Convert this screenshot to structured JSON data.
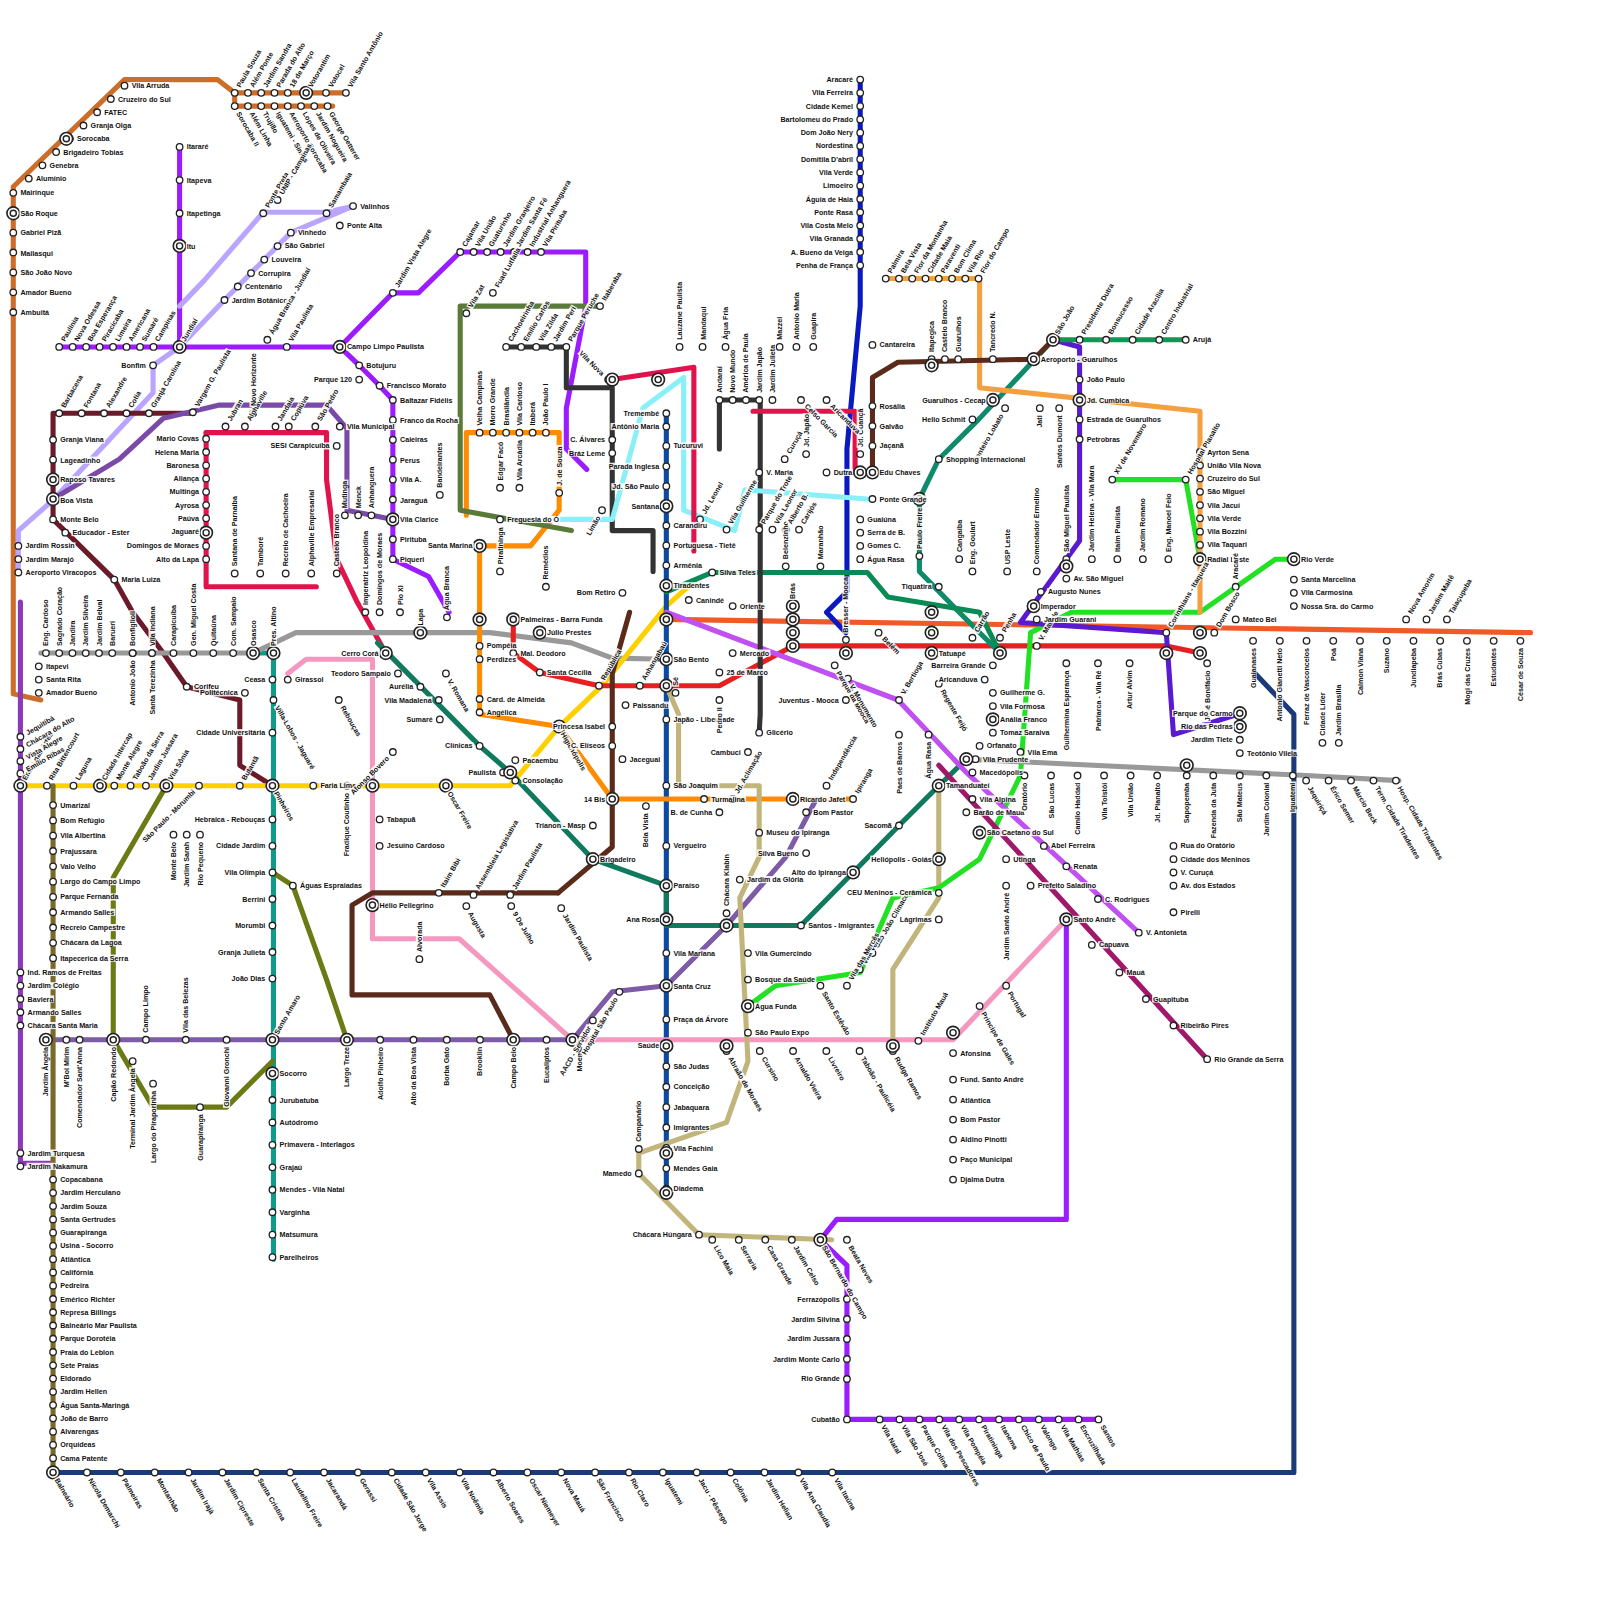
{
  "diagram": {
    "labels": [
      "Vila Arruda",
      "Cruzeiro do Sul",
      "FATEC",
      "Granja Olga",
      "Sorocaba",
      "Brigadeiro Tobias",
      "Genebra",
      "Alumínio",
      "Mairinque",
      "São Roque",
      "Gabriel Pizã",
      "Mailasqui",
      "São João Novo",
      "Amador Bueno",
      "Ambuitá",
      "Paula Souza",
      "Além Ponte",
      "Jardim Sandra",
      "Parada do Alto",
      "18 de Março",
      "Votorantim",
      "Votocel",
      "Vila Santo Antônio",
      "Sorocaba II",
      "Além Linha",
      "Trujillo",
      "Iguatemi - Simus",
      "Aeroporto Sorocaba",
      "Lopes de Oliveira",
      "Jardim Nogueira",
      "George Oetterer",
      "Itararé",
      "Itapeva",
      "Itapetinga",
      "Itu",
      "Ponte Preta",
      "UNIP - Campinas",
      "Samambaia",
      "Valinhos",
      "Ponte Alta",
      "Vinhedo",
      "São Gabriel",
      "Louveira",
      "Corrupira",
      "Centenário",
      "Jardim Botânico",
      "Paulínia",
      "Nova Odessa",
      "Boa Esperança",
      "Piracicaba",
      "Limeira",
      "Americana",
      "Sumaré",
      "Campinas",
      "Jundiaí",
      "Água Branca - Jundiaí",
      "Vila Paulista",
      "Campo Limpo Paulista",
      "Jardim Vista Alegre",
      "Cajamar",
      "Vila União",
      "Guaturinho",
      "Jardim Granjeiro",
      "Jardim Santa Fé",
      "Industrial Anhanguera",
      "Vila Pirituba",
      "Botujuru",
      "Parque 120",
      "Francisco Morato",
      "Baltazar Fidélis",
      "Franco da Rocha",
      "Caieiras",
      "Perus",
      "Vila A.",
      "Jaraguá",
      "Vila Clarice",
      "Pirituba",
      "Piqueri",
      "Bonfim",
      "Barbacena",
      "Fontana",
      "Alexandre",
      "Cotia",
      "Granja Carolina",
      "Vargem G. Paulista",
      "Granja Viana",
      "Lageadinho",
      "Raposo Tavares",
      "Boa Vista",
      "Monte Belo",
      "Educador - Ester",
      "Jardim Rossin",
      "Jardim Marajó",
      "Aeroporto Viracopos",
      "Maria Luiza",
      "Eng. Cardoso",
      "Sagrado Coração",
      "Jandira",
      "Jardim Silveira",
      "Jardim Belval",
      "Barueri",
      "Bonfiglioli",
      "Vila Indiana",
      "Antonio João",
      "Santa Terezinha",
      "Carapicuíba",
      "Gen. Miguel Costa",
      "Quitaúna",
      "Com. Sampaio",
      "Osasco",
      "Pres. Altino",
      "Itapevi",
      "Santa Rita",
      "Amador Bueno",
      "Corifeu",
      "Politécnica",
      "Ceasa",
      "Villa-Lobos - Jaguaré",
      "Cidade Universitária",
      "Pinheiros",
      "Hebraica - Rebouças",
      "Cidade Jardim",
      "Vila Olímpia",
      "Berrini",
      "Morumbi",
      "Granja Julieta",
      "João Dias",
      "Santo Amaro",
      "Socorro",
      "Jurubatuba",
      "Autódromo",
      "Primavera - Interlagos",
      "Grajaú",
      "Mendes - Vila Natal",
      "Varginha",
      "Matsumura",
      "Parelheiros",
      "Campo Limpo",
      "Vila das Belezas",
      "Giovanni Gronchi",
      "Capão Redondo",
      "Largo Treze",
      "Adolfo Pinheiro",
      "Alto da Boa Vista",
      "Borba Gato",
      "Brooklin",
      "Campo Belo",
      "Eucaliptos",
      "Moema",
      "Terminal Jardim Ângela",
      "Largo do Piraporinha",
      "Guarapiranga",
      "Jardim Ângela",
      "M'Boi Mirim",
      "Comendador Sant'Anna",
      "Águas Espraiadas",
      "Embu das Artes",
      "Rita Bittencourt",
      "Laguna",
      "Cidade Intercap",
      "Monte Alegre",
      "Taboão da Serra",
      "Jardim Jussara",
      "Vila Sônia",
      "São Paulo - Morumbi",
      "Butantã",
      "Faria Lima",
      "Fradique Coutinho",
      "Oscar Freire",
      "Paulista",
      "Consolação",
      "Pacaembu",
      "Jequitibá",
      "Chácara do Alto",
      "Vista Alegre",
      "Emílio Ribas",
      "Umarizal",
      "Bom Refúgio",
      "Vila Albertina",
      "Prajussara",
      "Valo Velho",
      "Largo do Campo Limpo",
      "Parque Fernanda",
      "Armando Salles",
      "Recreio Campestre",
      "Chácara da Lagoa",
      "Itapecerica da Serra",
      "Ind. Ramos de Freitas",
      "Jardim Colégio",
      "Baviera",
      "Armando Salles",
      "Chácara Santa Maria",
      "Jardim Turquesa",
      "Jardim Nakamura",
      "Copacabana",
      "Jardim Herculano",
      "Jardim Souza",
      "Santa Gertrudes",
      "Guarapiranga",
      "Usina - Socorro",
      "Atlântica",
      "Califórnia",
      "Pedreira",
      "Emérico Richter",
      "Represa Billings",
      "Balneário Mar Paulista",
      "Parque Dorotéia",
      "Praia do Leblon",
      "Sete Praias",
      "Eldorado",
      "Jardim Hellen",
      "Água Santa-Maringá",
      "João de Barro",
      "Alvarengas",
      "Orquídeas",
      "Cama Patente",
      "Balneário",
      "Nicola Demarchi",
      "Palmeiras",
      "Montanhão",
      "Jardim Irajá",
      "Jardim Cipreste",
      "Santa Cristina",
      "Laudelino Freire",
      "Jacarandá",
      "Gerassi",
      "Cidade São Jorge",
      "Vila Assis",
      "Vila Noêmia",
      "Alberto Soares",
      "Oscar Niemeyer",
      "Nova Mauá",
      "São Francisco",
      "Rio Claro",
      "Iguatemi",
      "Jacu - Pêssego",
      "Colônia",
      "Jardim Helian",
      "Vila Ana Claudia",
      "Vila Itaúna",
      "Jubran",
      "Alphaville",
      "Novo Horizonte",
      "Jandaia",
      "Copiúva",
      "São Pedro",
      "Vila Municipal",
      "Mario Covas",
      "Helena Maria",
      "Baronesa",
      "Aliança",
      "Multinga",
      "Ayrosa",
      "Paúva",
      "Jaguaré",
      "Domingos de Moraes",
      "Alto da Lapa",
      "SESI Carapicuíba",
      "Santana de Parnaíba",
      "Tamboré",
      "Recreio de Cachoeira",
      "Alphaville Empresarial",
      "Castelo Branco",
      "Mutinga",
      "Menck",
      "Anhanguera",
      "Imperatriz Leopoldina",
      "Domingos de Moraes",
      "Pio XI",
      "Lapa",
      "Água Branca",
      "Cerro Corá",
      "Girassol",
      "Teodoro Sampaio",
      "Aurélia",
      "Vila Madalena",
      "V. Romana",
      "Sumaré",
      "Rebouças",
      "Afonso Bovero",
      "Tabapuã",
      "Jesuíno Cardoso",
      "Hélio Pellegrino",
      "Monte Belo",
      "Jardim Sarah",
      "Rio Pequeno",
      "Alvorada",
      "Itaim Bibi",
      "Assembleia Legislativa",
      "Jardim Paulista",
      "Augusta",
      "9 De Julho",
      "Jardim Paulista",
      "AACD - Servidor",
      "Hospital São Paulo",
      "Tremembé",
      "Antônio Maria",
      "Tucuruvi",
      "Parada Inglesa",
      "Jd. São Paulo",
      "Santana",
      "Carandiru",
      "Portuguesa - Tietê",
      "Armênia",
      "Tiradentes",
      "São Bento",
      "Sé",
      "Japão - Liberdade",
      "São Joaquim",
      "Vergueiro",
      "Paraíso",
      "Ana Rosa",
      "Vila Mariana",
      "Santa Cruz",
      "Praça da Árvore",
      "Saúde",
      "São Judas",
      "Conceição",
      "Jabaquara",
      "Imigrantes",
      "Vila Fachini",
      "Mendes Gaia",
      "Diadema",
      "Clínicas",
      "Trianon - Masp",
      "Brigadeiro",
      "Chácara Klabin",
      "Santos - Imigrantes",
      "Alto do Ipiranga",
      "Sacomã",
      "Vila Prudente",
      "Santa Cecília",
      "Mal. Deodoro",
      "República",
      "Anhangabaú",
      "Pedro II",
      "Brás",
      "Bresser - Mooca",
      "Belém",
      "Tatuapé",
      "Carrão",
      "Penha",
      "V. Matilde",
      "Guilhermina Esperança",
      "Patriarca - Vila Ré",
      "Artur Alvim",
      "Corinthians - Itaquera",
      "25 de Março",
      "Mercado",
      "Oriente",
      "Canindé",
      "Bom Retiro",
      "Santa Marina",
      "Pompéia",
      "Perdizes",
      "Card. de Almeida",
      "Angélica",
      "Palmeiras - Barra Funda",
      "Júlio Prestes",
      "Higienópolis",
      "Paissandu",
      "Princesa Isabel",
      "C. Elíseos",
      "Jaceguai",
      "14 Bis",
      "Bela Vista",
      "Turmalina",
      "Jd. Aclimação",
      "B. de Cunha",
      "Ricardo Jafet",
      "Cambuci",
      "Glicério",
      "Independência",
      "Ipiranga",
      "Bom Pastor",
      "Museu do Ipiranga",
      "Silva Bueno",
      "Jardim da Glória",
      "Vila Gumercindo",
      "Bosque da Saúde",
      "Água Funda",
      "São Paulo Expo",
      "Abraão de Moraes",
      "Cursino",
      "Arnaldo Vieira",
      "Livreiro",
      "Taboão - Paulicéia",
      "Rudge Ramos",
      "Instituto Mauá",
      "Afonsina",
      "Fund. Santo André",
      "Atlântica",
      "Bom Pastor",
      "Aldino Pinotti",
      "Paço Municipal",
      "Djalma Dutra",
      "Príncipe de Gales",
      "Portugal",
      "São João Clímaco",
      "Vila Vera",
      "Vila das Mercês",
      "Santo Estêvão",
      "CEU Meninos - Cerâmica",
      "Lágrimas",
      "Heliópolis - Goiás",
      "Tamanduateí",
      "Barão de Mauá",
      "São Caetano do Sul",
      "Utinga",
      "Jardim Santo André",
      "Prefeito Saladino",
      "Santo André",
      "Capuava",
      "Mauá",
      "Guapituba",
      "Ribeirão Pires",
      "Rio Grande da Serra",
      "Abel Ferreira",
      "Renata",
      "C. Rodrigues",
      "V. Antonieta",
      "São Bernardo do Campo",
      "Beata Neves",
      "Ferrazópolis",
      "Jardim Silvina",
      "Jardim Jussara",
      "Jardim Monte Carlo",
      "Rio Grande",
      "Cubatão",
      "Vila Natal",
      "Vila São José",
      "Parque Colina",
      "Vila dos Pescadores",
      "Vila Pompéia",
      "Piratininga",
      "Itanema",
      "Chico de Paulo",
      "Valongo",
      "Vila Mathias",
      "Encruzilhada",
      "Santos",
      "Campanário",
      "Mamedo",
      "Chácara Húngara",
      "Lico Maia",
      "Serraria",
      "Casa Grande",
      "Jardim Celso",
      "Aracaré",
      "Vila Ferreira",
      "Cidade Kemel",
      "Bartolomeu do Prado",
      "Dom João Nery",
      "Nordestina",
      "Domitila D'abril",
      "Vila Verde",
      "Limoeiro",
      "Águia de Haia",
      "Ponte Rasa",
      "Vila Costa Melo",
      "Vila Granada",
      "A. Bueno da Veiga",
      "Penha de França",
      "Palmira",
      "Bela Vista",
      "Flor da Montanha",
      "Cidade Maia",
      "Paraventi",
      "Bom Clima",
      "Vila Rio",
      "Flor do Campo",
      "Cantareira",
      "Rosália",
      "Galvão",
      "Jaçanã",
      "Edu Chaves",
      "Itapegica",
      "Castelo Branco",
      "Guarulhos",
      "Tancredo N.",
      "Aeroporto - Guarulhos",
      "São João",
      "Presidente Dutra",
      "Bonsucesso",
      "Cidade Aracília",
      "Centro Industrial",
      "Arujá",
      "João Paulo",
      "Jd. Cumbica",
      "Estrada de Guarulhos",
      "Petrobras",
      "Guarulhos - Cecap",
      "Helio Schmit",
      "Jati",
      "Santos Dumont",
      "Monteiro Lobato",
      "Shopping Internacional",
      "Paulo Freire",
      "Tiquatira",
      "Cangaíba",
      "Eng. Goulart",
      "USP Leste",
      "Comendador Ermelino",
      "São Miguel Paulista",
      "Av. São Miguel",
      "Jardim Helena - Vila Mara",
      "Itaim Paulista",
      "Jardim Romano",
      "Eng. Manoel Feio",
      "Radial Leste",
      "Ayrton Sena",
      "União Vila Nova",
      "Cruzeiro do Sul",
      "São Miguel",
      "Vila Jacuí",
      "Vila Verde",
      "Vila Bozzini",
      "Vila Taquari",
      "XV de Novembro",
      "Hospital Planalto",
      "Rio Verde",
      "Santa Marcelina",
      "Vila Carmosina",
      "Nossa Sra. do Carmo",
      "Mateo Bei",
      "Augusto Nunes",
      "Imperador",
      "Jardim Guarani",
      "Dom Bosco",
      "José Bonifácio",
      "Guaianases",
      "Antonio Gianetti Neto",
      "Ferraz de Vasconcelos",
      "Poá",
      "Calmon Viana",
      "Suzano",
      "Jundiapeba",
      "Brás Cubas",
      "Mogi das Cruzes",
      "Estudantes",
      "César de Souza",
      "Nova Amorim",
      "Jardim Maitê",
      "Taiaçupeba",
      "Aracaré",
      "Cidade Líder",
      "Jardim Brasília",
      "Parque do Carmo",
      "Rio das Pedras",
      "Jardim Tiete",
      "Teotônio Vilela",
      "Sapopemba",
      "Fazenda da Juta",
      "São Mateus",
      "Jardim Colonial",
      "Iguatemi",
      "Jequiriçá",
      "Érico Semer",
      "Márcio Beck",
      "Term. Cidade Tiradentes",
      "Hosp. Cidade Tiradentes",
      "Rua do Oratório",
      "Cidade dos Meninos",
      "V. Curuçá",
      "Av. dos Estados",
      "Pirelli",
      "São Lucas",
      "Camilo Haddad",
      "Vila Tolstói",
      "Vila União",
      "Jd. Planalto",
      "Oratório",
      "Vila Ema",
      "Barreira Grande",
      "Aricanduva",
      "Guilherme G.",
      "Vila Formosa",
      "Anália Franco",
      "Tomaz Saraiva",
      "Orfanato",
      "Macedópolis",
      "Vila Alpina",
      "Juventus - Mooca",
      "Parque da Mooca",
      "V. Monumento",
      "V. Bertioga",
      "Regente Feijó",
      "Paes de Barros",
      "Água Rasa",
      "Silva Teles",
      "Belenzinho",
      "Maranhão",
      "Guaiúna",
      "Serra de B.",
      "Gomes C.",
      "Água Rasa",
      "Ponte Grande",
      "Dutra",
      "Jd. Guançã",
      "Jd. Japão",
      "V. Maria",
      "Curuçá",
      "Parque do Trote",
      "Vila Leonor",
      "Alberto B.",
      "Carijós",
      "Vila Guilherme",
      "Jd. Leonel",
      "Lauzane Paulista",
      "Mandaqui",
      "Água Fria",
      "Mazzei",
      "Antonio Maria",
      "Guapira",
      "Andaraí",
      "Novo Mundo",
      "América de Paula",
      "Jardim Japão",
      "Jardim Julieta",
      "Celso Garcia",
      "Aricanduva",
      "Vila Nova",
      "C. Álvares",
      "Bráz Leme",
      "Limão",
      "J. de Souza",
      "Velha Campinas",
      "Morro Grande",
      "Brasilândia",
      "Vila Cardoso",
      "Itaberá",
      "João Paulo I",
      "Vila Zat",
      "Fuad Lutfalla",
      "Itaberaba",
      "Cachoeirinha",
      "Emílio Carlos",
      "Vila Zilda",
      "Jardim Peri",
      "Parque Peruche",
      "Freguesia do Ó",
      "Edgar Facó",
      "Vila Arcádia",
      "Bandeirantes",
      "Piratininga",
      "Remédios"
    ]
  }
}
